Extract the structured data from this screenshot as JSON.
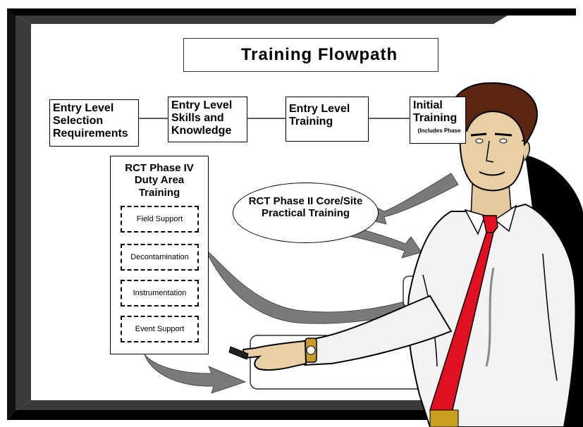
{
  "title": "Training Flowpath",
  "flow_boxes": [
    {
      "label": "Entry Level Selection Requirements"
    },
    {
      "label": "Entry Level Skills and Knowledge"
    },
    {
      "label": "Entry Level Training"
    },
    {
      "label": "Initial Training"
    }
  ],
  "initial_note": "(Includes Phase",
  "phase4": {
    "title": "RCT Phase IV Duty Area Training",
    "items": [
      "Field Support",
      "Decontamination",
      "Instrumentation",
      "Event Support"
    ]
  },
  "phase2": {
    "label": "RCT Phase II Core/Site Practical Training"
  },
  "colors": {
    "tie": "#e01020",
    "arrow": "#777777",
    "board_frame": "#2a2a2a",
    "hair": "#5b2712"
  }
}
